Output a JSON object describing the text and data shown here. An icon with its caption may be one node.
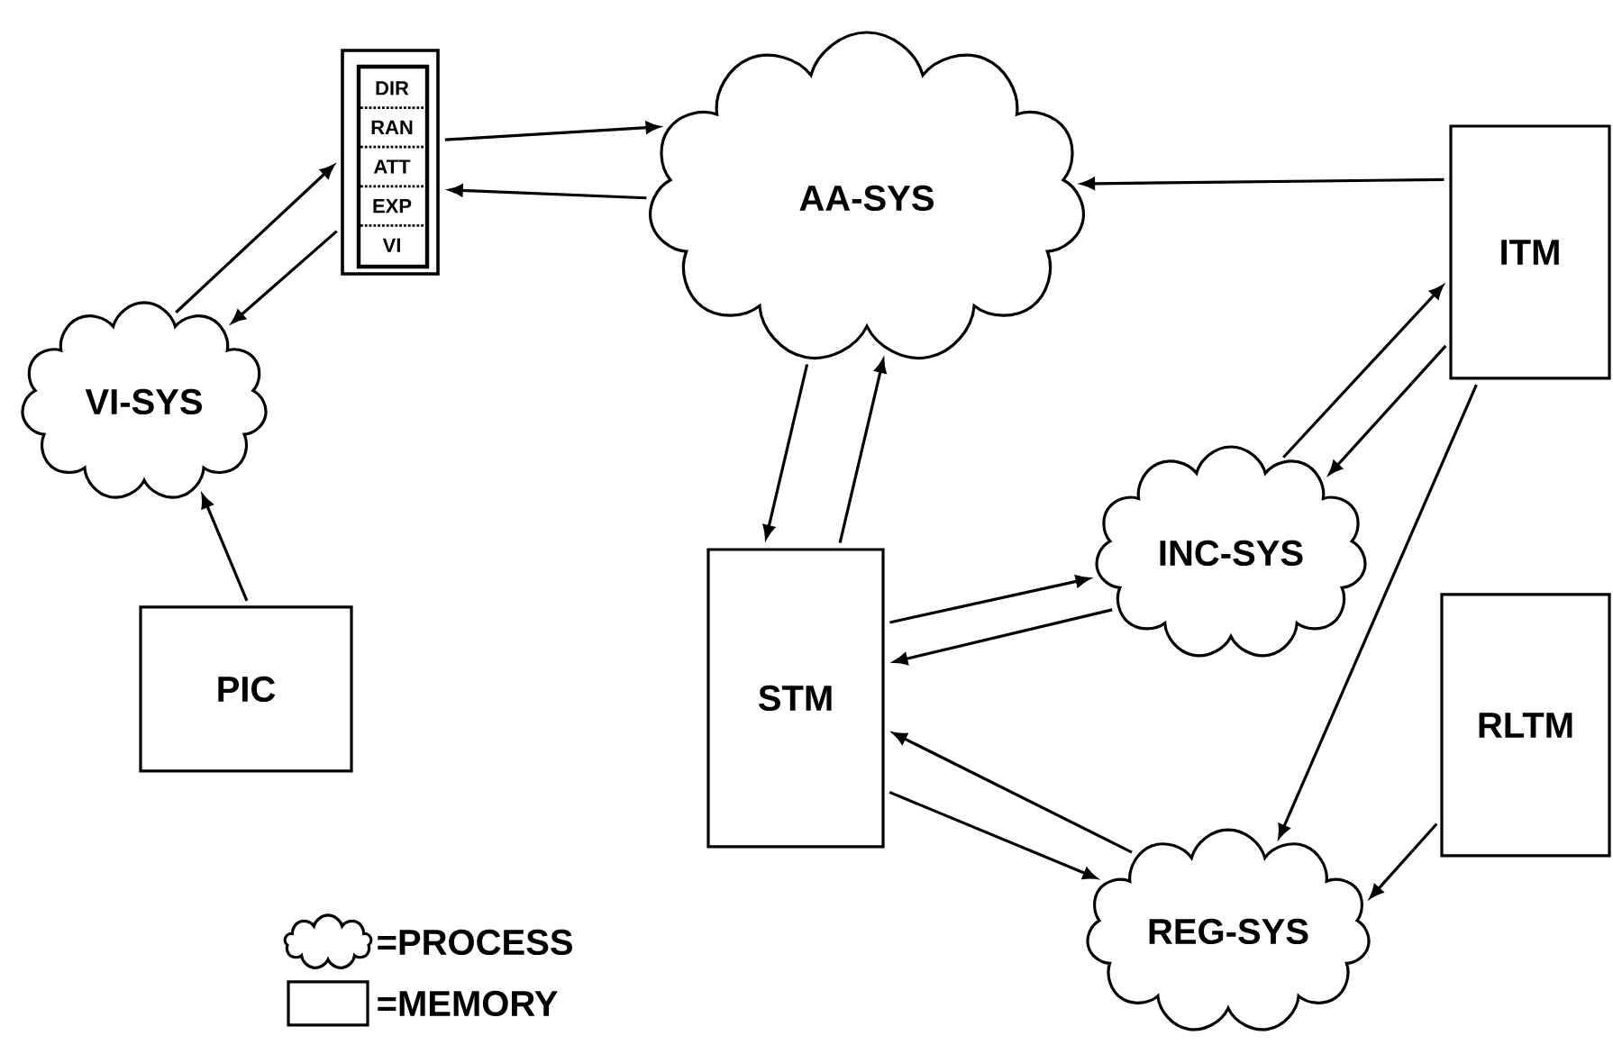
{
  "diagram": {
    "nodes": [
      {
        "text": [
          "DIR",
          "RAN",
          "ATT",
          "EXP",
          "VI"
        ]
      },
      {
        "text": [
          "AA-SYS"
        ]
      },
      {
        "text": [
          "ITM"
        ]
      },
      {
        "text": [
          "VI-SYS"
        ]
      },
      {
        "text": [
          "PIC"
        ]
      },
      {
        "text": [
          "STM"
        ]
      },
      {
        "text": [
          "INC-SYS"
        ]
      },
      {
        "text": [
          "RLTM"
        ]
      },
      {
        "text": [
          "REG-SYS"
        ]
      }
    ],
    "edges": [
      {
        "from": 0,
        "to": 1,
        "arrow": "to"
      },
      {
        "from": 1,
        "to": 0,
        "arrow": "to"
      },
      {
        "from": 3,
        "to": 0,
        "arrow": "to"
      },
      {
        "from": 0,
        "to": 3,
        "arrow": "to"
      },
      {
        "from": 4,
        "to": 3,
        "arrow": "to"
      },
      {
        "from": 2,
        "to": 1,
        "arrow": "to"
      },
      {
        "from": 1,
        "to": 5,
        "arrow": "to"
      },
      {
        "from": 5,
        "to": 1,
        "arrow": "to"
      },
      {
        "from": 5,
        "to": 6,
        "arrow": "to"
      },
      {
        "from": 6,
        "to": 5,
        "arrow": "to"
      },
      {
        "from": 6,
        "to": 2,
        "arrow": "to"
      },
      {
        "from": 2,
        "to": 6,
        "arrow": "to"
      },
      {
        "from": 2,
        "to": 8,
        "arrow": "to"
      },
      {
        "from": 5,
        "to": 8,
        "arrow": "to"
      },
      {
        "from": 8,
        "to": 5,
        "arrow": "to"
      },
      {
        "from": 7,
        "to": 8,
        "arrow": "to"
      }
    ],
    "legend": [
      {
        "text": "=PROCESS"
      },
      {
        "text": "=MEMORY"
      }
    ]
  }
}
